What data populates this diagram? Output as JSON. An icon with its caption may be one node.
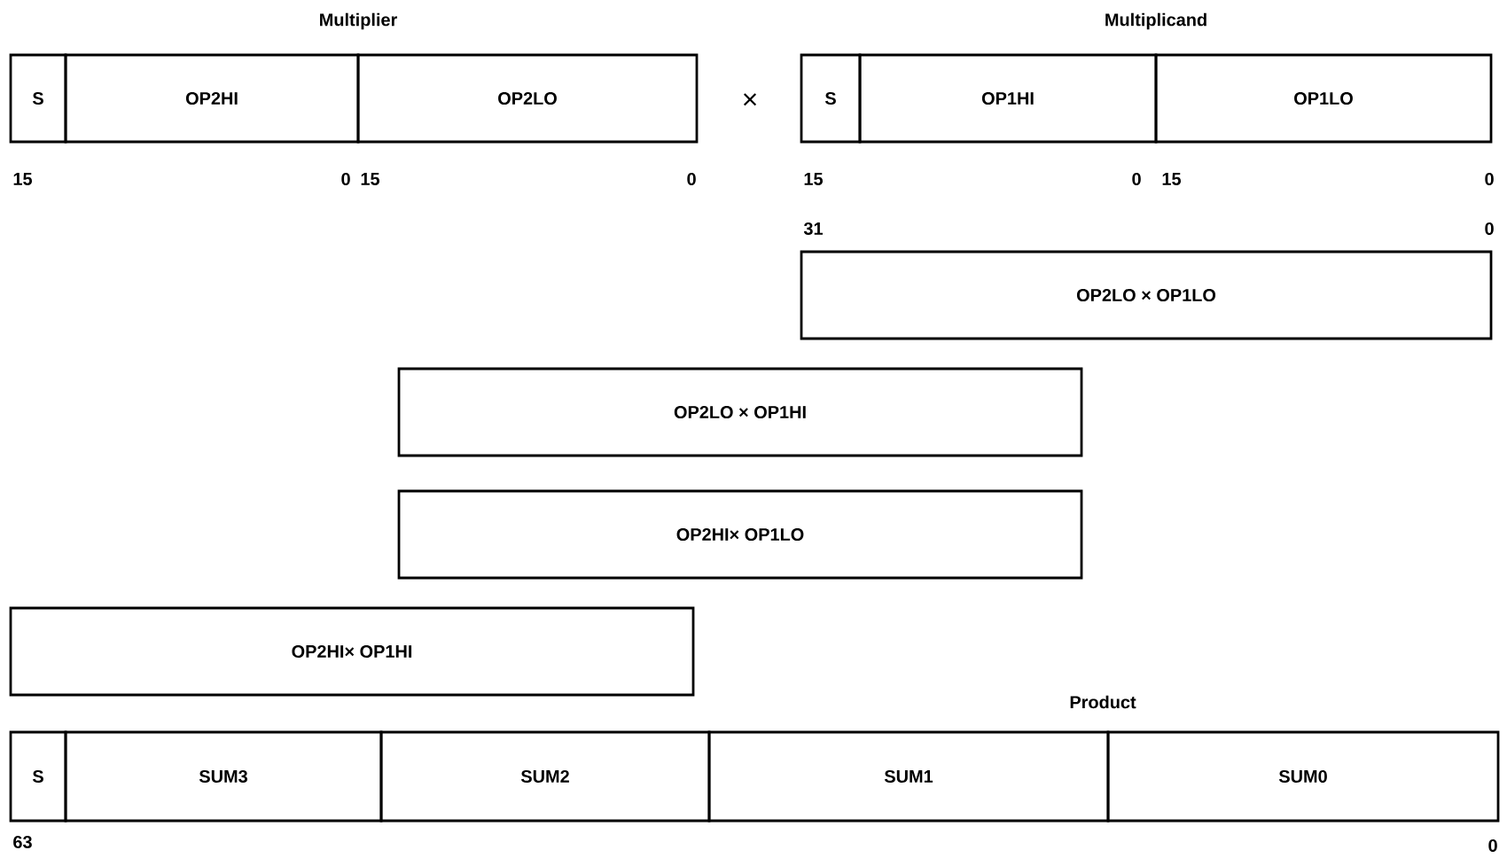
{
  "diagram": {
    "nodes": [
      {
        "text": [
          "S"
        ]
      },
      {
        "text": [
          "OP2HI"
        ]
      },
      {
        "text": [
          "OP2LO"
        ]
      },
      {
        "text": [
          "S"
        ]
      },
      {
        "text": [
          "OP1HI"
        ]
      },
      {
        "text": [
          "OP1LO"
        ]
      },
      {
        "text": [
          "OP2LO × OP1LO"
        ]
      },
      {
        "text": [
          "OP2LO × OP1HI"
        ]
      },
      {
        "text": [
          "OP2HI× OP1LO"
        ]
      },
      {
        "text": [
          "OP2HI× OP1HI"
        ]
      },
      {
        "text": [
          "S"
        ]
      },
      {
        "text": [
          "SUM3"
        ]
      },
      {
        "text": [
          "SUM2"
        ]
      },
      {
        "text": [
          "SUM1"
        ]
      },
      {
        "text": [
          "SUM0"
        ]
      }
    ],
    "labels": [
      "Multiplier",
      "Multiplicand",
      "×",
      "15",
      "0",
      "15",
      "0",
      "15",
      "0",
      "15",
      "0",
      "31",
      "0",
      "Product",
      "63",
      "0"
    ]
  }
}
